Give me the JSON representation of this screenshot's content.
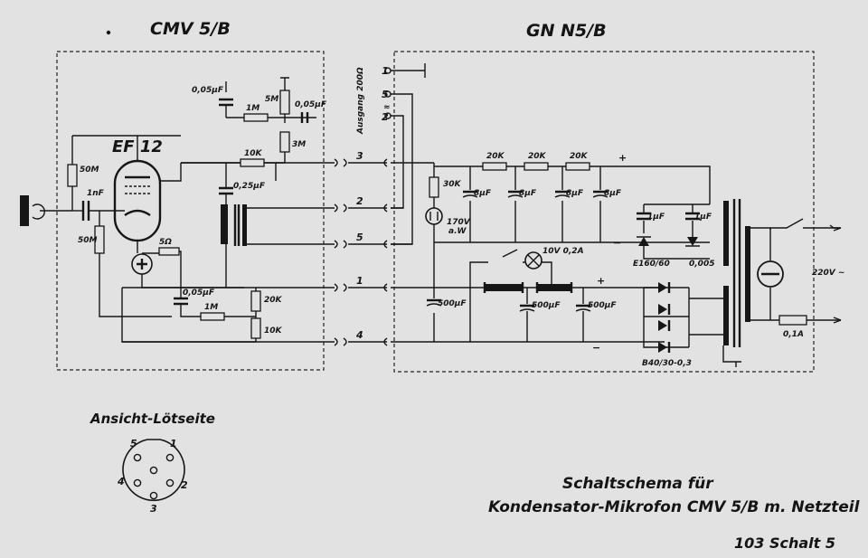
{
  "titles": {
    "mic_unit": "CMV 5/B",
    "power_unit": "GN N5/B",
    "output_label": "Ausgang 200Ω",
    "view_label": "Ansicht-Lötseite",
    "caption_line1": "Schaltschema für",
    "caption_line2": "Kondensator-Mikrofon CMV 5/B m. Netzteil",
    "ref": "103 Schalt 5"
  },
  "tube": "EF 12",
  "mic_components": {
    "r_50m_top": "50M",
    "c_1nf": "1nF",
    "r_50m_grid": "50M",
    "c_005_top": "0,05µF",
    "r_1m_top": "1M",
    "r_5m": "5M",
    "c_005_right": "0,05µF",
    "r_3m": "3M",
    "r_10k_plate": "10K",
    "c_025": "0,25µF",
    "r_5ohm": "5Ω",
    "c_005_bottom": "0,05µF",
    "r_1m_bottom": "1M",
    "r_20k": "20K",
    "r_10k_bottom": "10K"
  },
  "supply_components": {
    "r_20k_1": "20K",
    "r_20k_2": "20K",
    "r_20k_3": "20K",
    "r_30k": "30K",
    "c_8uf_1": "8µF",
    "c_8uf_2": "8µF",
    "c_8uf_3": "8µF",
    "c_8uf_4": "8µF",
    "stab_tube": "170V",
    "stab_tube_sub": "a.W",
    "c_1uf_1": "1µF",
    "c_1uf_2": "1µF",
    "rectifier_hv": "E160/60",
    "rectifier_hv_2": "0,005",
    "lamp": "10V 0,2A",
    "c_500_1": "500µF",
    "c_500_2": "500µF",
    "c_500_3": "500µF",
    "bridge": "B40/30-0,3",
    "mains": "220V ~",
    "fuse": "0,1A",
    "plus_1": "+",
    "plus_2": "+",
    "minus_1": "−",
    "minus_2": "−",
    "approx": "≈"
  },
  "connector_pins": {
    "out_1": "1",
    "out_5": "5",
    "out_2": "2",
    "line_3": "3",
    "line_2": "2",
    "line_5": "5",
    "line_1": "1",
    "line_4": "4"
  },
  "socket_pins": {
    "p1": "1",
    "p2": "2",
    "p3": "3",
    "p4": "4",
    "p5": "5"
  }
}
